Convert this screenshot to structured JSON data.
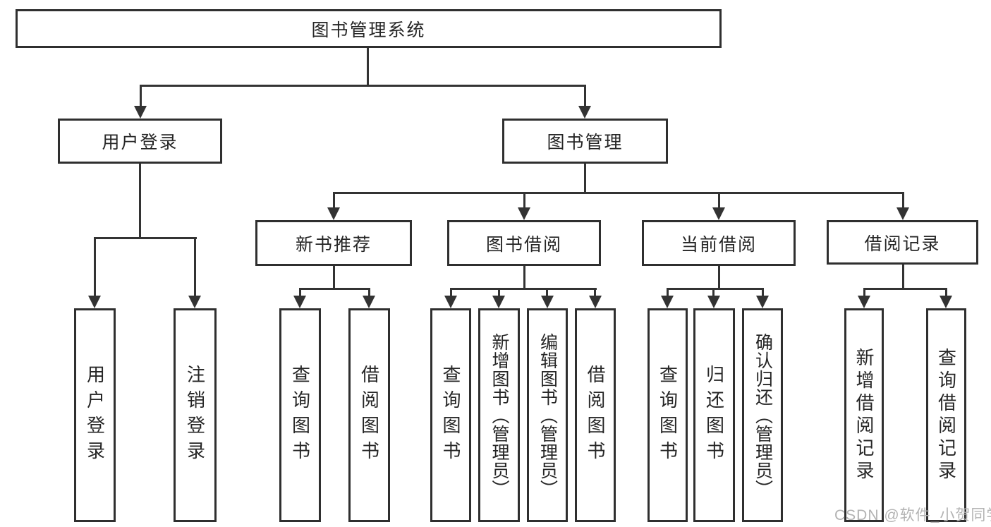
{
  "diagram_type": "hierarchy-tree",
  "colors": {
    "line": "#333333",
    "box_border": "#2f2f2f",
    "background": "#ffffff",
    "text": "#262626",
    "watermark": "#b3b3b3"
  },
  "watermark": {
    "text": "CSDN @软件_小贺同学"
  },
  "tree": {
    "label": "图书管理系统",
    "children": [
      {
        "label": "用户登录",
        "children": [
          {
            "label": "用户登录"
          },
          {
            "label": "注销登录"
          }
        ]
      },
      {
        "label": "图书管理",
        "children": [
          {
            "label": "新书推荐",
            "children": [
              {
                "label": "查询图书"
              },
              {
                "label": "借阅图书"
              }
            ]
          },
          {
            "label": "图书借阅",
            "children": [
              {
                "label": "查询图书"
              },
              {
                "label": "新增图书（管理员）"
              },
              {
                "label": "编辑图书（管理员）"
              },
              {
                "label": "借阅图书"
              }
            ]
          },
          {
            "label": "当前借阅",
            "children": [
              {
                "label": "查询图书"
              },
              {
                "label": "归还图书"
              },
              {
                "label": "确认归还（管理员）"
              }
            ]
          },
          {
            "label": "借阅记录",
            "children": [
              {
                "label": "新增借阅记录"
              },
              {
                "label": "查询借阅记录"
              }
            ]
          }
        ]
      }
    ]
  }
}
